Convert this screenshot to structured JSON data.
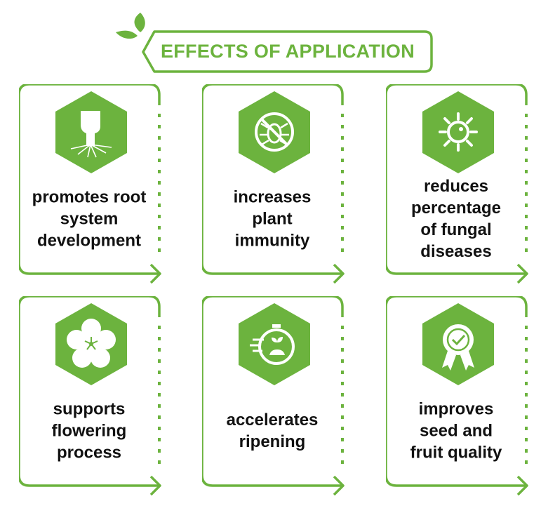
{
  "title": "EFFECTS OF APPLICATION",
  "colors": {
    "accent": "#6cb33e",
    "text": "#111111"
  },
  "cards": [
    {
      "icon": "fist-roots-icon",
      "lines": [
        "promotes root",
        "system",
        "development"
      ]
    },
    {
      "icon": "no-bug-icon",
      "lines": [
        "increases",
        "plant",
        "immunity"
      ]
    },
    {
      "icon": "fungus-spore-icon",
      "lines": [
        "reduces",
        "percentage",
        "of fungal",
        "diseases"
      ]
    },
    {
      "icon": "flower-icon",
      "lines": [
        "supports",
        "flowering",
        "process"
      ]
    },
    {
      "icon": "stopwatch-sprout-icon",
      "lines": [
        "accelerates",
        "ripening"
      ]
    },
    {
      "icon": "quality-badge-icon",
      "lines": [
        "improves",
        "seed and",
        "fruit quality"
      ]
    }
  ]
}
